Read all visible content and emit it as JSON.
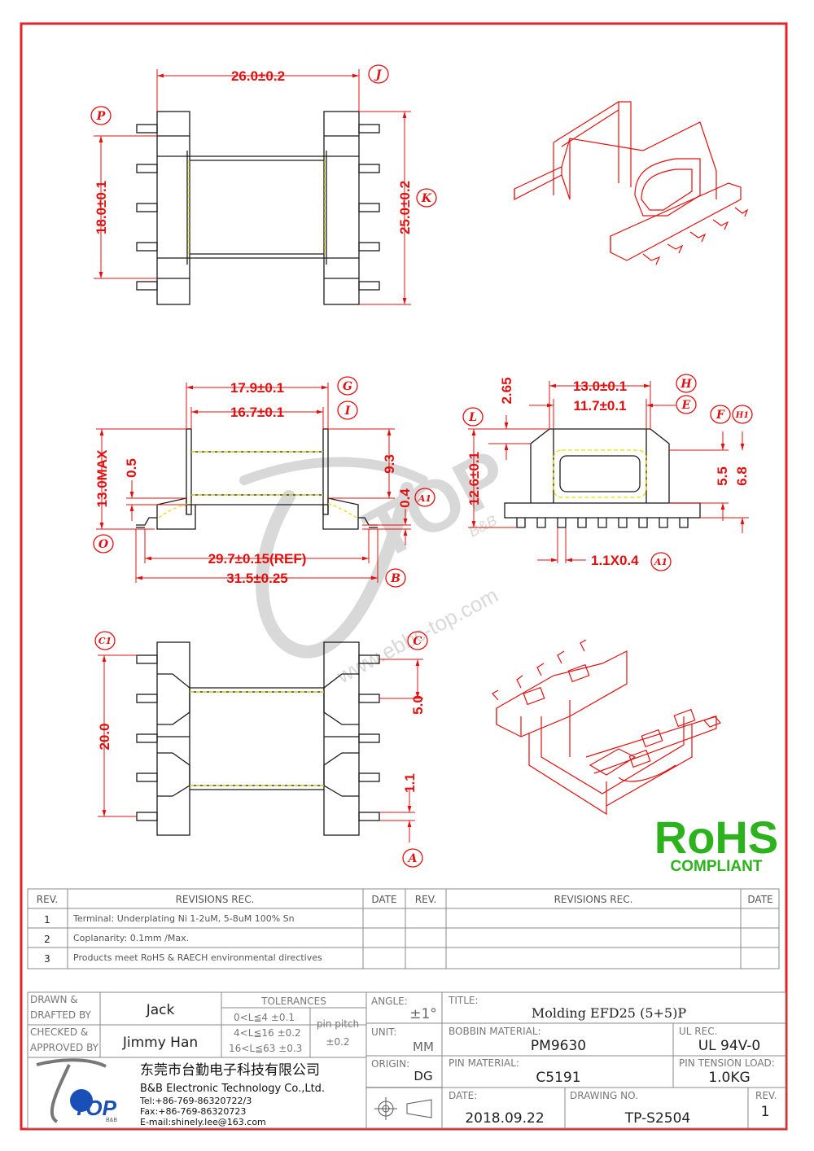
{
  "drawing": {
    "dims": {
      "top_width": "26.0±0.2",
      "top_height": "18.0±0.1",
      "top_height2": "25.0±0.2",
      "side_17_9": "17.9±0.1",
      "side_16_7": "16.7±0.1",
      "side_13max": "13.0MAX",
      "side_0_5": "0.5",
      "side_9_3": "9.3",
      "side_0_4": "0.4",
      "side_29_7": "29.7±0.15(REF)",
      "side_31_5": "31.5±0.25",
      "end_2_65": "2.65",
      "end_13_0": "13.0±0.1",
      "end_11_7": "11.7±0.1",
      "end_12_6": "12.6±0.1",
      "end_5_5": "5.5",
      "end_6_8": "6.8",
      "end_pin": "1.1X0.4",
      "bot_20_0": "20.0",
      "bot_5_0": "5.0",
      "bot_1_1": "1.1"
    },
    "tags": {
      "J": "J",
      "P": "P",
      "K": "K",
      "G": "G",
      "I": "I",
      "O": "O",
      "B": "B",
      "A1": "A1",
      "A1b": "A1",
      "L": "L",
      "H": "H",
      "E": "E",
      "F": "F",
      "H1": "H1",
      "C1": "C1",
      "C": "C",
      "A": "A"
    },
    "watermark": {
      "brand": "TOP",
      "sub": "B&B",
      "url": "www.ebbc-top.com"
    },
    "rohs": {
      "main": "RoHS",
      "sub": "COMPLIANT"
    }
  },
  "revisions": {
    "headers": {
      "rev": "REV.",
      "rec": "REVISIONS   REC.",
      "date": "DATE"
    },
    "rows": [
      {
        "rev": "1",
        "text": "Terminal: Underplating Ni 1-2uM, 5-8uM 100% Sn",
        "date": ""
      },
      {
        "rev": "2",
        "text": "Coplanarity: 0.1mm /Max.",
        "date": ""
      },
      {
        "rev": "3",
        "text": "Products meet RoHS & RAECH environmental directives",
        "date": ""
      }
    ]
  },
  "title_block": {
    "drawn_label_1": "DRAWN &",
    "drawn_label_2": "DRAFTED BY",
    "drawn_by": "Jack",
    "checked_label_1": "CHECKED &",
    "checked_label_2": "APPROVED BY",
    "checked_by": "Jimmy Han",
    "tolerances_label": "TOLERANCES",
    "tol_1": "0<L≦4   ±0.1",
    "tol_2": "4<L≦16  ±0.2",
    "tol_3": "16<L≦63  ±0.3",
    "pin_pitch_label": "pin pitch",
    "pin_pitch_value": "±0.2",
    "angle_label": "ANGLE:",
    "angle_value": "±1°",
    "unit_label": "UNIT:",
    "unit_value": "MM",
    "origin_label": "ORIGIN:",
    "origin_value": "DG",
    "title_label": "TITLE:",
    "title_value": "Molding EFD25 (5+5)P",
    "bobbin_label": "BOBBIN MATERIAL:",
    "bobbin_value": "PM9630",
    "ul_label": "UL REC.",
    "ul_value": "UL 94V-0",
    "pin_mat_label": "PIN MATERIAL:",
    "pin_mat_value": "C5191",
    "pin_tension_label": "PIN TENSION LOAD:",
    "pin_tension_value": "1.0KG",
    "date_label": "DATE:",
    "date_value": "2018.09.22",
    "drawing_no_label": "DRAWING NO.",
    "drawing_no_value": "TP-S2504",
    "rev_label": "REV.",
    "rev_value": "1",
    "company_cn": "东莞市台勤电子科技有限公司",
    "company_en": "B&B Electronic Technology Co.,Ltd.",
    "tel": "Tel:+86-769-86320722/3",
    "fax": "Fax:+86-769-86320723",
    "email": "E-mail:shinely.lee@163.com",
    "logo_text": "TOP",
    "logo_sub": "B&B"
  },
  "colors": {
    "border": "#e0262a",
    "dim": "#e01010",
    "line": "#1a1a1a",
    "hidden": "#e8e000",
    "rohs": "#2bb21c",
    "grid": "#8a8a8a"
  }
}
